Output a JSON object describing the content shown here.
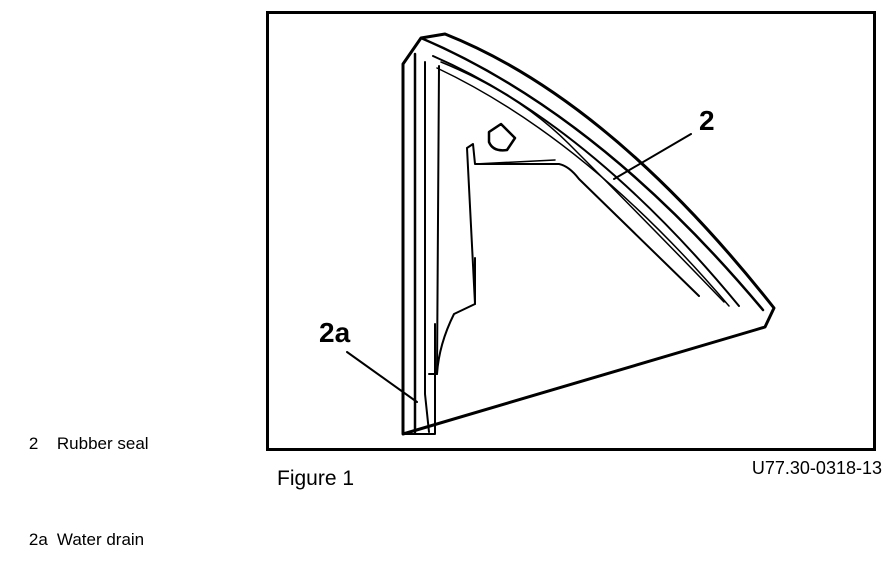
{
  "legend": [
    {
      "key": "2",
      "text": "Rubber seal"
    },
    {
      "key": "2a",
      "text": "Water drain"
    }
  ],
  "callouts": {
    "seal": "2",
    "drain": "2a"
  },
  "caption": "Figure 1",
  "ref_code": "U77.30-0318-13"
}
